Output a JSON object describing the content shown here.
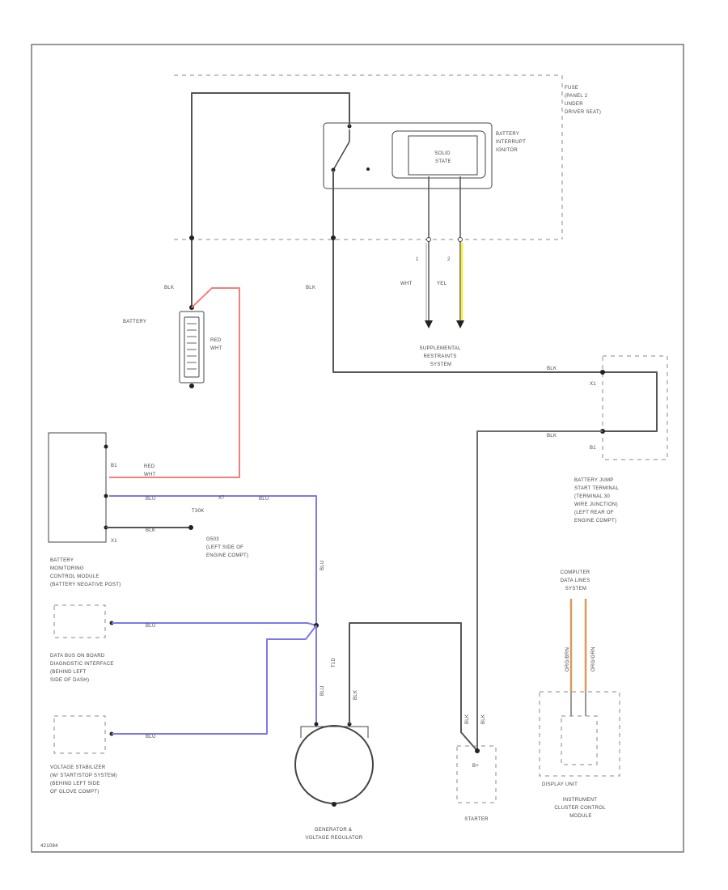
{
  "labels": {
    "fuse_panel": [
      "FUSE",
      "(PANEL 2",
      "UNDER",
      "DRIVER SEAT)"
    ],
    "battery_interrupt": [
      "BATTERY",
      "INTERRUPT",
      "IGNITOR"
    ],
    "solid_state": [
      "SOLID",
      "STATE"
    ],
    "pin1": "1",
    "pin2": "2",
    "wht": "WHT",
    "yel": "YEL",
    "blk_left": "BLK",
    "blk_mid": "BLK",
    "battery": "BATTERY",
    "red_wht": [
      "RED",
      "WHT"
    ],
    "srs": [
      "SUPPLEMENTAL",
      "RESTRAINTS",
      "SYSTEM"
    ],
    "blk_srs": "BLK",
    "blk_jump": "BLK",
    "x1": "X1",
    "b1_jump": "B1",
    "jump_terminal": [
      "BATTERY JUMP",
      "START TERMINAL",
      "(TERMINAL 30",
      "WIRE JUNCTION)",
      "(LEFT REAR OF",
      "ENGINE COMPT)"
    ],
    "b1_bms": "B1",
    "x1_bms": "X1",
    "red_wht_bms": [
      "RED",
      "WHT"
    ],
    "blu_1": "BLU",
    "x7": "X7",
    "blu_2": "BLU",
    "blk_g": "BLK",
    "t30k": "T30K",
    "ground": [
      "G503",
      "(LEFT SIDE OF",
      "ENGINE COMPT)"
    ],
    "bms": [
      "BATTERY",
      "MONITORING",
      "CONTROL MODULE",
      "(BATTERY NEGATIVE POST)"
    ],
    "blu_v": "BLU",
    "blu_dbus": "BLU",
    "t1d": "T1D",
    "blu_gen": "BLU",
    "blk_gen": "BLK",
    "dbus": [
      "DATA BUS ON BOARD",
      "DIAGNOSTIC INTERFACE",
      "(BEHIND LEFT",
      "SIDE OF DASH)"
    ],
    "blu_vs": "BLU",
    "voltage_stab": [
      "VOLTAGE STABILIZER",
      "(W/ START/STOP SYSTEM)",
      "(BEHIND LEFT SIDE",
      "OF GLOVE COMPT)"
    ],
    "generator": [
      "GENERATOR &",
      "VOLTAGE REGULATOR"
    ],
    "blk_st1": "BLK",
    "blk_st2": "BLK",
    "b_plus": "B+",
    "starter": "STARTER",
    "comp_data": [
      "COMPUTER",
      "DATA LINES",
      "SYSTEM"
    ],
    "org_brn": "ORG/BRN",
    "org_grn": "ORG/GRN",
    "display_unit": "DISPLAY UNIT",
    "icm": [
      "INSTRUMENT",
      "CLUSTER CONTROL",
      "MODULE"
    ],
    "diagram_id": "421084"
  },
  "colors": {
    "black_wire": "#555555",
    "gray_wire": "#6d6d6d",
    "red_wire": "#f08080",
    "blue_wire": "#7a7ae8",
    "yellow_wire": "#f5ef4a",
    "orange_wire": "#d99a5e",
    "white_wire": "#cfcfcf"
  }
}
